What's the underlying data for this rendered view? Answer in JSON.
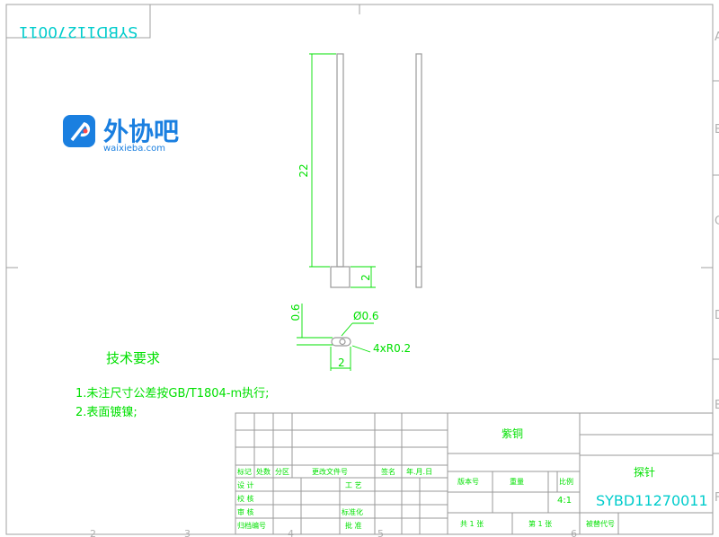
{
  "stamp_code": "SYBD11270011",
  "watermark": {
    "name": "外协吧",
    "url": "waixieba.com"
  },
  "dimensions": {
    "length": "22",
    "head_height": "2",
    "thickness": "0.6",
    "pin_diameter": "Ø0.6",
    "radius": "4xR0.2",
    "width": "2"
  },
  "notes": {
    "title": "技术要求",
    "items": [
      "1.未注尺寸公差按GB/T1804-m执行;",
      "2.表面镀镍;"
    ]
  },
  "title_block": {
    "material": "紫铜",
    "part_name": "探针",
    "drawing_no": "SYBD11270011",
    "scale_label": "比例",
    "scale": "4:1",
    "version_label": "版本号",
    "weight_label": "重量",
    "total_sheets": "共 1 张",
    "sheet_no": "第 1 张",
    "replaces_label": "被替代号",
    "h_mark": "标记",
    "h_count": "处数",
    "h_zone": "分区",
    "h_change_doc": "更改文件号",
    "h_signature": "签名",
    "h_date": "年.月.日",
    "r_design": "设 计",
    "r_check": "校 核",
    "r_review": "审 核",
    "r_archive": "归档编号",
    "r_process": "工 艺",
    "r_standard": "标准化",
    "r_approve": "批 准"
  },
  "border": {
    "row_letters": [
      "A",
      "B",
      "C",
      "D",
      "E",
      "F"
    ],
    "col_numbers": [
      "2",
      "3",
      "4",
      "5",
      "6"
    ]
  }
}
